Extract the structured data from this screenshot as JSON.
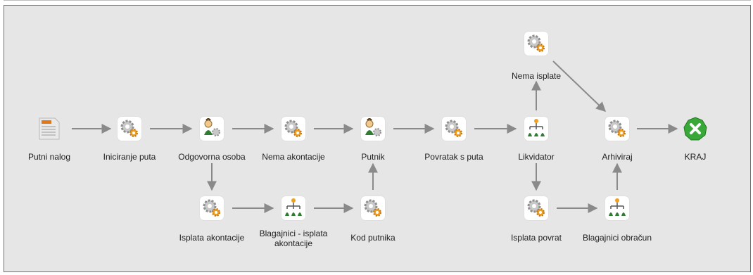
{
  "colors": {
    "canvas": "#e6e6e6",
    "edge": "#8a8a8a",
    "gear_light": "#c8c8c8",
    "gear_dark": "#8f8f8f",
    "gear_orange": "#f0a020",
    "node_bg": "#ffffff",
    "end_green": "#38a838",
    "document_lines": "#c2c2c2",
    "document_tab": "#e07818"
  },
  "nodes": {
    "putni_nalog": {
      "label": "Putni nalog",
      "icon": "document-icon"
    },
    "iniciranje_puta": {
      "label": "Iniciranje puta",
      "icon": "gear-icon"
    },
    "odgovorna_osoba": {
      "label": "Odgovorna osoba",
      "icon": "user-task-icon"
    },
    "nema_akontacije": {
      "label": "Nema akontacije",
      "icon": "gear-icon"
    },
    "putnik": {
      "label": "Putnik",
      "icon": "user-task-icon"
    },
    "povratak_s_puta": {
      "label": "Povratak s puta",
      "icon": "gear-icon"
    },
    "likvidator": {
      "label": "Likvidator",
      "icon": "group-task-icon"
    },
    "arhiviraj": {
      "label": "Arhiviraj",
      "icon": "gear-icon"
    },
    "kraj": {
      "label": "KRAJ",
      "icon": "end-icon"
    },
    "nema_isplate": {
      "label": "Nema isplate",
      "icon": "gear-icon"
    },
    "isplata_akontacije": {
      "label": "Isplata akontacije",
      "icon": "gear-icon"
    },
    "blagajnici_isplata": {
      "label": "Blagajnici - isplata\nakontacije",
      "icon": "group-task-icon"
    },
    "kod_putnika": {
      "label": "Kod putnika",
      "icon": "gear-icon"
    },
    "isplata_povrat": {
      "label": "Isplata povrat",
      "icon": "gear-icon"
    },
    "blagajnici_obracun": {
      "label": "Blagajnici obračun",
      "icon": "group-task-icon"
    }
  }
}
